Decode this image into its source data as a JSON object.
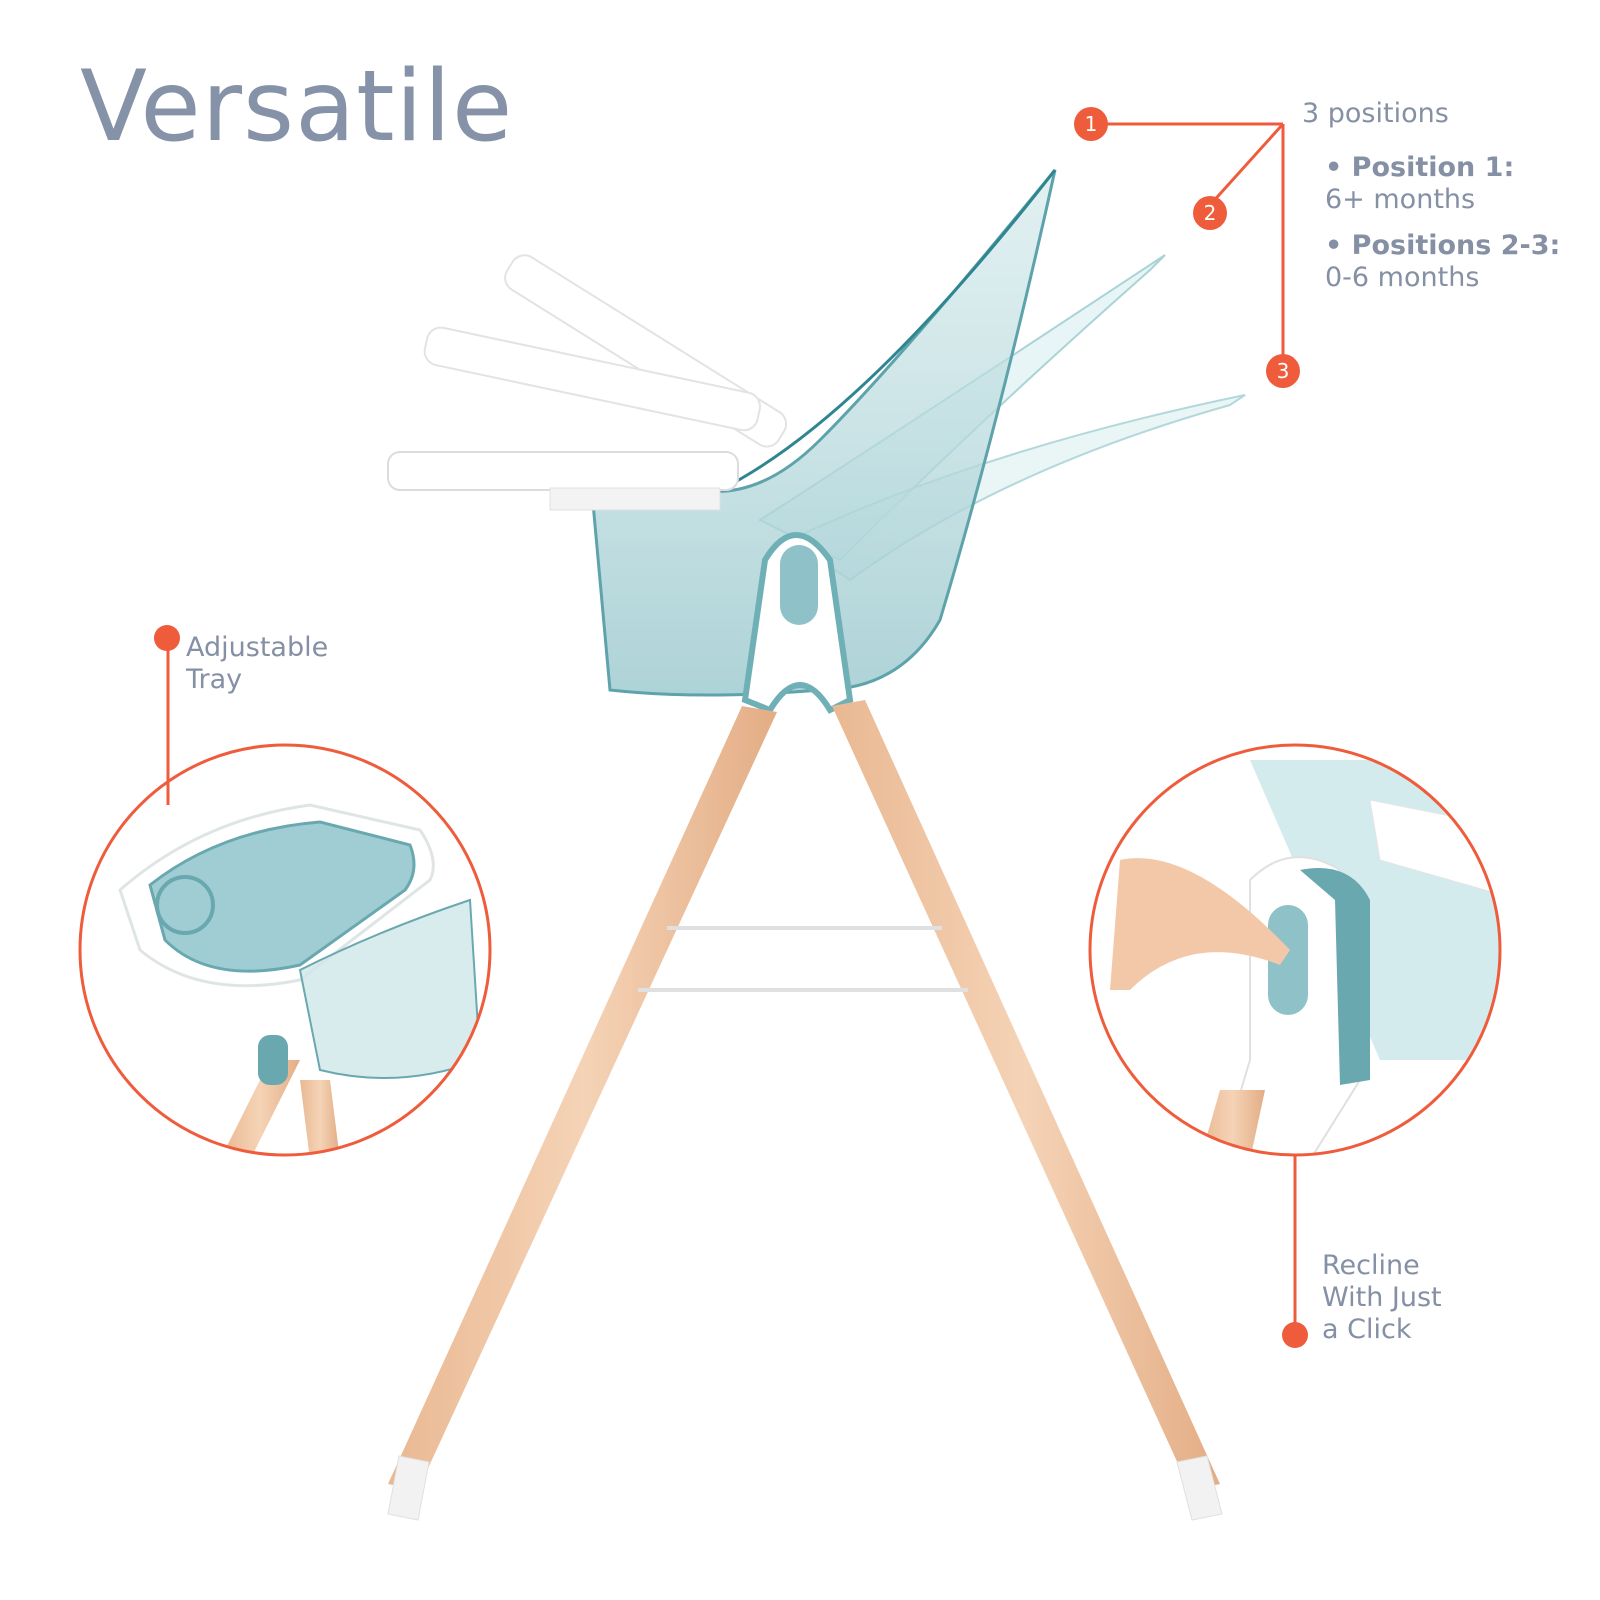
{
  "title": "Versatile",
  "accent_color": "#ef5c3c",
  "text_color": "#8590a5",
  "positions_callout": {
    "heading": "3 positions",
    "badges": [
      "1",
      "2",
      "3"
    ],
    "items": [
      {
        "label": "• Position 1:",
        "detail": "6+ months"
      },
      {
        "label": "• Positions 2-3:",
        "detail": "0-6 months"
      }
    ]
  },
  "tray_callout": {
    "line1": "Adjustable",
    "line2": "Tray"
  },
  "recline_callout": {
    "line1": "Recline",
    "line2": "With Just",
    "line3": "a Click"
  },
  "images": {
    "main": "high-chair-side-view",
    "tray_detail": "tray-closeup",
    "recline_detail": "recline-button-closeup"
  }
}
